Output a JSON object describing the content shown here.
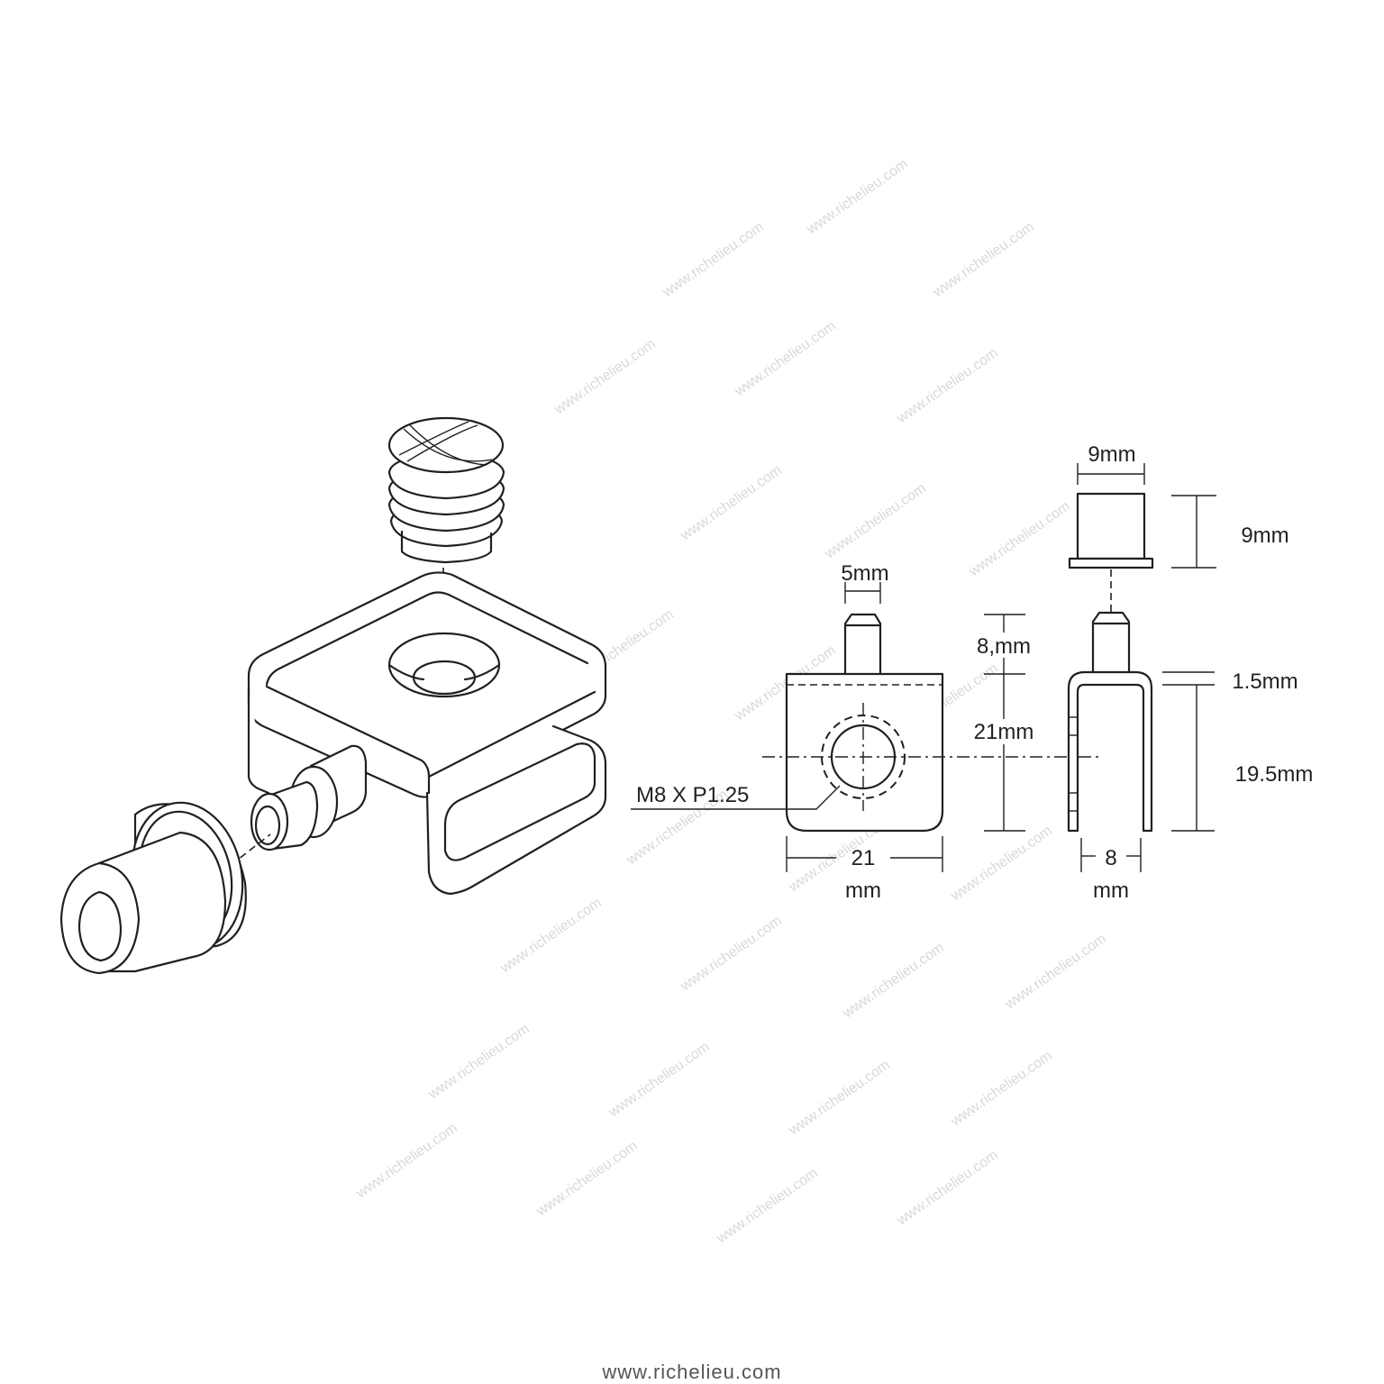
{
  "watermark": "www.richelieu.com",
  "footer": "www.richelieu.com",
  "labels": {
    "cap_width": "9mm",
    "cap_height": "9mm",
    "pin_width": "5mm",
    "pin_height": "8,mm",
    "body_height": "21mm",
    "thread": "M8 X P1.25",
    "body_width_num": "21",
    "body_width_unit": "mm",
    "wall_thickness": "1.5mm",
    "slot_depth": "19.5mm",
    "slot_width_num": "8",
    "slot_width_unit": "mm"
  }
}
